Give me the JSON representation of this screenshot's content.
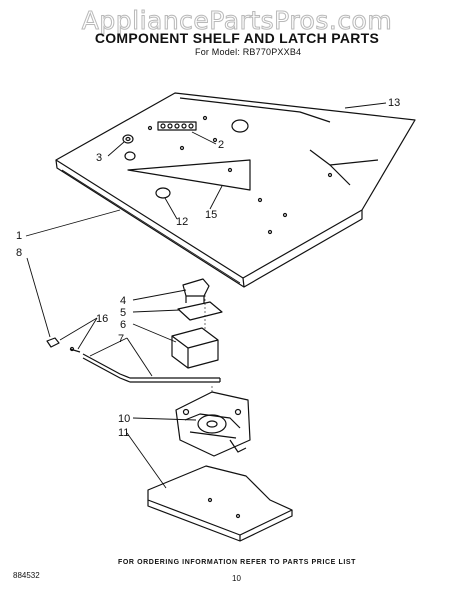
{
  "watermark": "AppliancePartsPros.com",
  "title": "COMPONENT SHELF AND LATCH PARTS",
  "subtitle": "For Model: RB770PXXB4",
  "callouts": {
    "c1": "1",
    "c2": "2",
    "c3": "3",
    "c4": "4",
    "c5": "5",
    "c6": "6",
    "c7": "7",
    "c8": "8",
    "c10": "10",
    "c11": "11",
    "c12": "12",
    "c13": "13",
    "c15": "15",
    "c16": "16"
  },
  "footer": {
    "note": "FOR ORDERING INFORMATION REFER TO PARTS PRICE LIST",
    "doc_number": "884532",
    "page_number": "10"
  }
}
